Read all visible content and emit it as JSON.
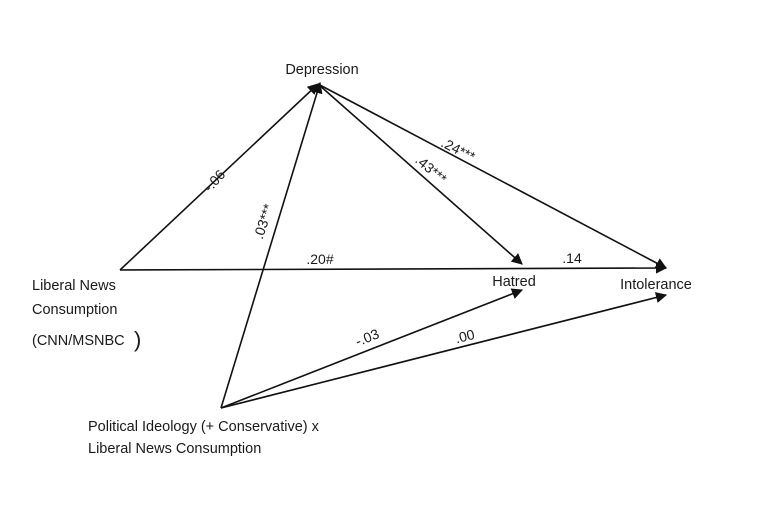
{
  "nodes": {
    "depression": "Depression",
    "liberal_news_line1": "Liberal News",
    "liberal_news_line2": "Consumption",
    "liberal_news_line3": "(CNN/MSNBC",
    "liberal_news_paren": ")",
    "hatred": "Hatred",
    "intolerance": "Intolerance",
    "interaction_line1": "Political Ideology (+ Conservative) x",
    "interaction_line2": "Liberal News Consumption"
  },
  "paths": {
    "liberal_to_depression": "-.06",
    "interaction_to_depression": ".03***",
    "liberal_to_intolerance": ".20#",
    "depression_to_hatred": ".43***",
    "depression_to_intolerance": ".24***",
    "hatred_to_intolerance": ".14",
    "interaction_to_hatred": "-.03",
    "interaction_to_intolerance": ".00"
  }
}
